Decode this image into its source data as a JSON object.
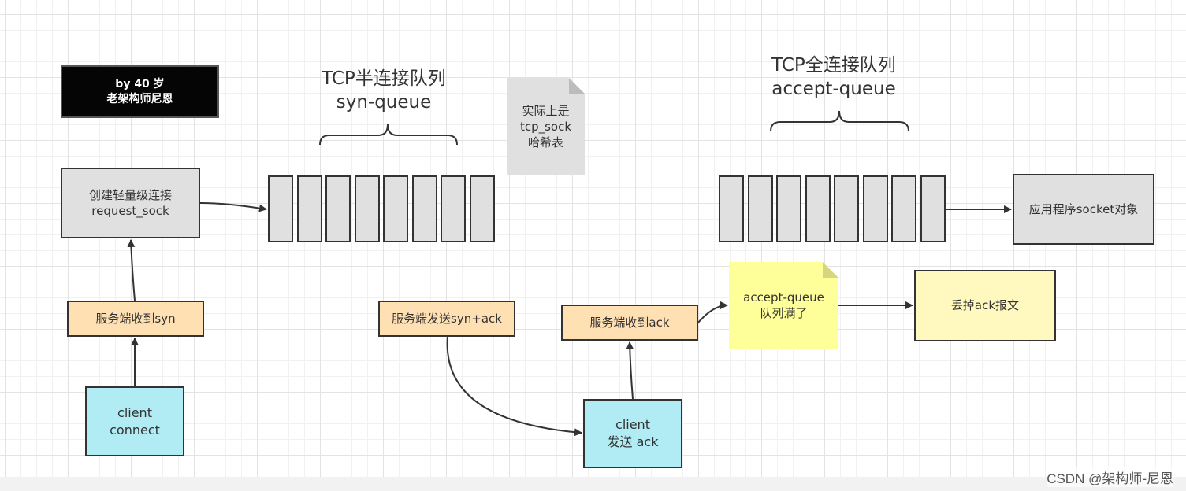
{
  "author_badge": "by 40 岁\n老架构师尼恩",
  "syn_queue_title": "TCP半连接队列\nsyn-queue",
  "accept_queue_title": "TCP全连接队列\naccept-queue",
  "hash_note": "实际上是\ntcp_sock\n哈希表",
  "nodes": {
    "create_sock": "创建轻量级连接\nrequest_sock",
    "server_recv_syn": "服务端收到syn",
    "client_connect": "client\nconnect",
    "server_send_synack": "服务端发送syn+ack",
    "client_send_ack": "client\n发送 ack",
    "server_recv_ack": "服务端收到ack",
    "accept_full": "accept-queue\n队列满了",
    "drop_ack": "丢掉ack报文",
    "app_socket": "应用程序socket对象"
  },
  "watermark": "CSDN @架构师-尼恩"
}
